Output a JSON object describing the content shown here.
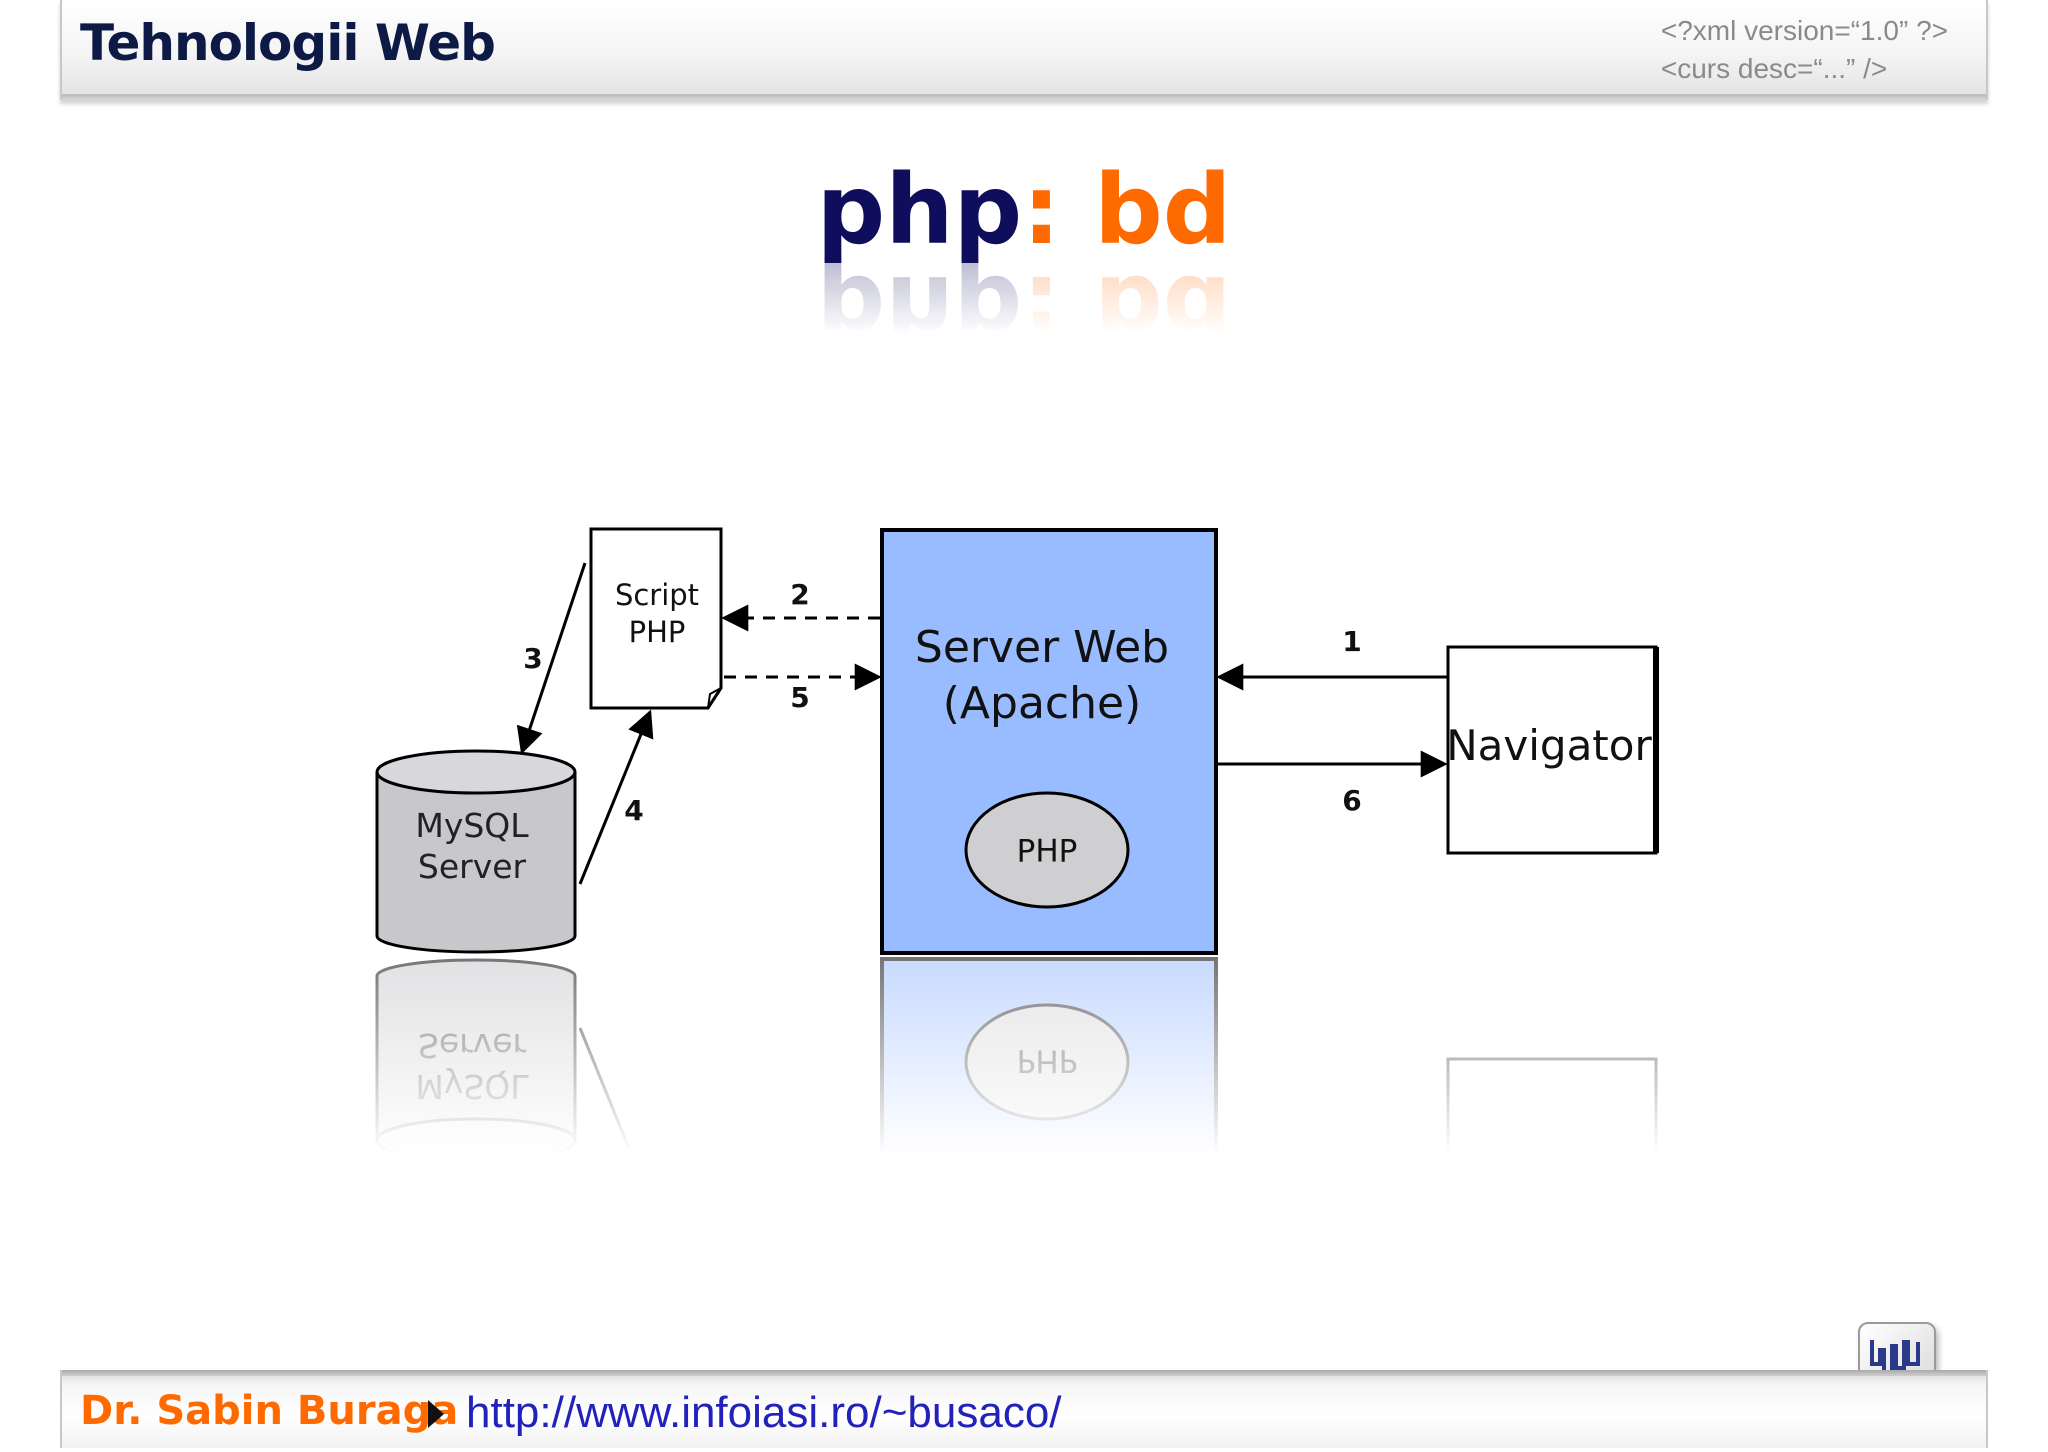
{
  "header": {
    "course_title": "Tehnologii Web",
    "xml_line1": "<?xml version=“1.0” ?>",
    "xml_line2": "<curs desc=“...” />"
  },
  "slide": {
    "title_part1": "php",
    "title_part2": ":",
    "title_part3": " bd"
  },
  "diagram": {
    "script_php_line1": "Script",
    "script_php_line2": "PHP",
    "mysql_line1": "MySQL",
    "mysql_line2": "Server",
    "server_web_line1": "Server Web",
    "server_web_line2": "(Apache)",
    "php_module": "PHP",
    "navigator": "Navigator",
    "step1": "1",
    "step2": "2",
    "step3": "3",
    "step4": "4",
    "step5": "5",
    "step6": "6"
  },
  "footer": {
    "author": "Dr. Sabin Buraga",
    "url": "http://www.infoiasi.ro/~busaco/"
  },
  "colors": {
    "accent_orange": "#ff6a00",
    "title_navy": "#0e0e5c",
    "server_blue": "#99bbff",
    "link_blue": "#2222bb"
  }
}
